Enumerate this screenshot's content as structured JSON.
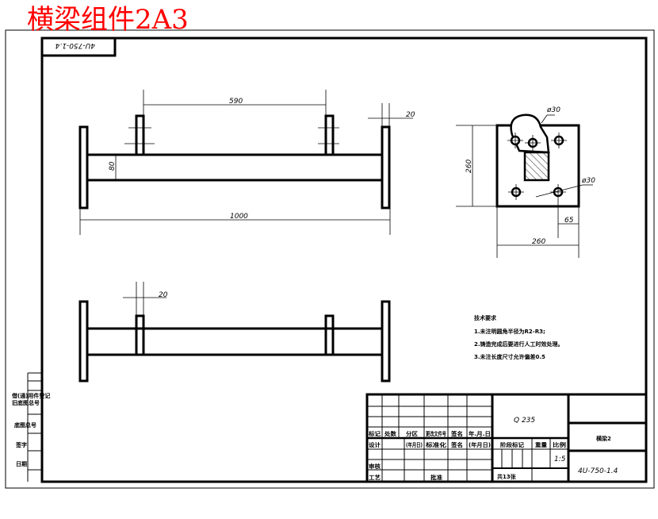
{
  "overlay_title": "横梁组件2A3",
  "mirrored_code": "4U-750-1.4",
  "colors": {
    "overlay_title": "#ff0000",
    "lines": "#000000"
  },
  "top_view": {
    "dim_spacing": "590",
    "dim_length": "1000",
    "dim_plate": "20",
    "dim_height": "80"
  },
  "bottom_view": {
    "dim_plate": "20"
  },
  "side_view": {
    "dim_height": "260",
    "dim_width": "260",
    "dim_offset": "65",
    "dia_top": "ø30",
    "dia_hole": "ø30"
  },
  "tech_req": {
    "heading": "技术要求",
    "items": [
      "1.未注明圆角半径为R2-R3;",
      "2.铸造完成后要进行人工时效处理。",
      "3.未注长度尺寸允许偏差0.5"
    ]
  },
  "title_block": {
    "material": "Q 235",
    "part_name": "横梁2",
    "drawing_no": "4U-750-1.4",
    "headers": [
      "标记",
      "处数",
      "分区",
      "更改文件号",
      "签名",
      "年.月.日"
    ],
    "design": "设计",
    "date1": "(年月日)",
    "standard": "标准化",
    "sign": "签名",
    "date2": "(年月日)",
    "review": "审核",
    "process": "工艺",
    "approve": "批准",
    "stage": "阶段标记",
    "weight": "重量",
    "scale_label": "比例",
    "scale": "1:5",
    "sheets": "共13张"
  },
  "side_strip": {
    "reg": "借(通)用件登记",
    "old_no": "旧底图总号",
    "base_no": "底图总号",
    "sign": "签字",
    "date": "日期"
  }
}
